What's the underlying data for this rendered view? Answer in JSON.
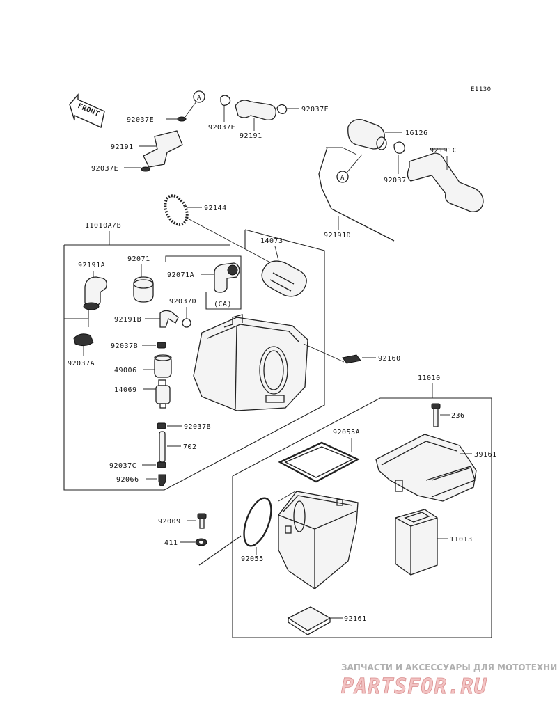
{
  "diagram_code": "E1130",
  "front_label": "FRONT",
  "callout_a": "A",
  "ca_note": "(CA)",
  "labels": {
    "p92037E_a": "92037E",
    "p92037E_b": "92037E",
    "p92037E_c": "92037E",
    "p92037E_d": "92037E",
    "p92191_a": "92191",
    "p92191_b": "92191",
    "p16126": "16126",
    "p92037": "92037",
    "p92191C": "92191C",
    "p92144": "92144",
    "p92191D": "92191D",
    "p11010AB": "11010A/B",
    "p14073": "14073",
    "p92071": "92071",
    "p92191A": "92191A",
    "p92071A": "92071A",
    "p92037D": "92037D",
    "p92191B": "92191B",
    "p92037B_a": "92037B",
    "p49006": "49006",
    "p14069": "14069",
    "p92037A": "92037A",
    "p92160": "92160",
    "p11010": "11010",
    "p236": "236",
    "p92037B_b": "92037B",
    "p702": "702",
    "p92055A": "92055A",
    "p39161": "39161",
    "p92037C": "92037C",
    "p92066": "92066",
    "p92009": "92009",
    "p411": "411",
    "p92055": "92055",
    "p11013": "11013",
    "p92161": "92161"
  },
  "watermark": {
    "tagline": "ЗАПЧАСТИ И АКСЕССУАРЫ ДЛЯ МОТОТЕХНИКИ",
    "brand": "PARTSFOR.RU"
  }
}
